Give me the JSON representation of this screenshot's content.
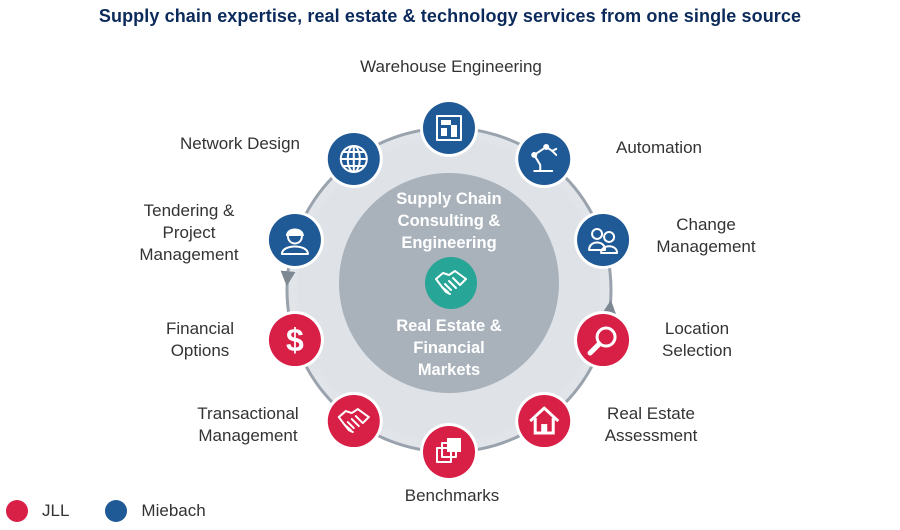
{
  "title": "Supply chain expertise, real estate & technology services from one single source",
  "center": {
    "top_lines": [
      "Supply Chain",
      "Consulting &",
      "Engineering"
    ],
    "bottom_lines": [
      "Real Estate &",
      "Financial",
      "Markets"
    ],
    "icon": "handshake-icon"
  },
  "colors": {
    "jll": "#d81f45",
    "miebach": "#1f5a96",
    "teal": "#27a596",
    "ring": "#e1e5ea",
    "ring_edge": "#9aa3ad",
    "center_disc": "#a9b2bb"
  },
  "nodes": [
    {
      "label_lines": [
        "Warehouse Engineering"
      ],
      "icon": "warehouse-layout-icon",
      "owner": "miebach"
    },
    {
      "label_lines": [
        "Automation"
      ],
      "icon": "robotic-arm-icon",
      "owner": "miebach"
    },
    {
      "label_lines": [
        "Change",
        "Management"
      ],
      "icon": "people-group-icon",
      "owner": "miebach"
    },
    {
      "label_lines": [
        "Location",
        "Selection"
      ],
      "icon": "magnifier-icon",
      "owner": "jll"
    },
    {
      "label_lines": [
        "Real Estate",
        "Assessment"
      ],
      "icon": "house-icon",
      "owner": "jll"
    },
    {
      "label_lines": [
        "Benchmarks"
      ],
      "icon": "stacked-squares-icon",
      "owner": "jll"
    },
    {
      "label_lines": [
        "Transactional",
        "Management"
      ],
      "icon": "handshake-icon",
      "owner": "jll"
    },
    {
      "label_lines": [
        "Financial",
        "Options"
      ],
      "icon": "dollar-icon",
      "owner": "jll"
    },
    {
      "label_lines": [
        "Tendering &",
        "Project",
        "Management"
      ],
      "icon": "worker-icon",
      "owner": "miebach"
    },
    {
      "label_lines": [
        "Network Design"
      ],
      "icon": "globe-icon",
      "owner": "miebach"
    }
  ],
  "legend": [
    {
      "label": "JLL",
      "owner": "jll"
    },
    {
      "label": "Miebach",
      "owner": "miebach"
    }
  ]
}
